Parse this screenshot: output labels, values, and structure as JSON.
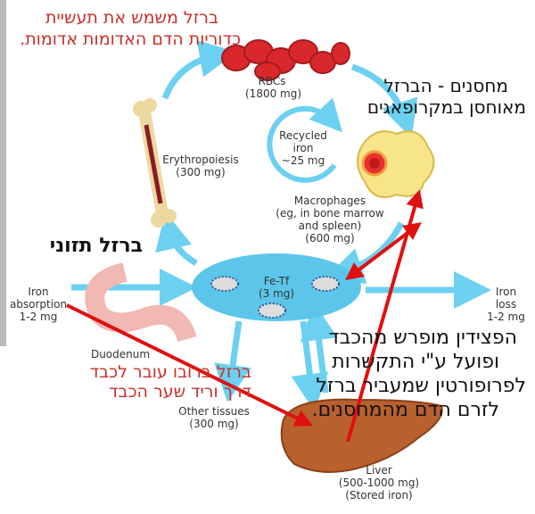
{
  "hebrew_notes": {
    "rbc_note": [
      "ברזל משמש את תעשיית",
      "כדוריות הדם האדומות אדומות."
    ],
    "storage_note": [
      "מחסנים - הברזל",
      "מאוחסן במקרופאגים"
    ],
    "dietary_iron": "ברזל תזוני",
    "liver_route_note": [
      "ברזל ברובו עובר לכבד",
      "דרך וריד שער הכבד"
    ],
    "hepcidin_note": [
      "הפצידין מופרש מהכבד",
      "ופועל ע\"י התקשרות",
      "לפרופורטין שמעביר ברזל",
      "לזרם הדם מהמחסנים."
    ]
  },
  "diagram": {
    "rbcs": {
      "label": "RBCs",
      "amount": "(1800 mg)"
    },
    "erythropoiesis": {
      "label": "Erythropoiesis",
      "amount": "(300 mg)"
    },
    "recycled": {
      "line1": "Recycled",
      "line2": "iron",
      "amount": "~25 mg"
    },
    "macrophages": {
      "label": "Macrophages",
      "line2": "(eg, in bone marrow",
      "line3": "and spleen)",
      "amount": "(600 mg)"
    },
    "fetf": {
      "label": "Fe-Tf",
      "amount": "(3 mg)"
    },
    "absorption": {
      "line1": "Iron",
      "line2": "absorption",
      "amount": "1-2 mg"
    },
    "duodenum": "Duodenum",
    "loss": {
      "line1": "Iron",
      "line2": "loss",
      "amount": "1-2 mg"
    },
    "other": {
      "label": "Other tissues",
      "amount": "(300 mg)"
    },
    "liver": {
      "label": "Liver",
      "amount": "(500-1000 mg)",
      "note": "(Stored iron)"
    }
  },
  "colors": {
    "cycle_arrow": "#6cd0f0",
    "annotation_red": "#e01010",
    "fetf": "#5cc6ea"
  }
}
